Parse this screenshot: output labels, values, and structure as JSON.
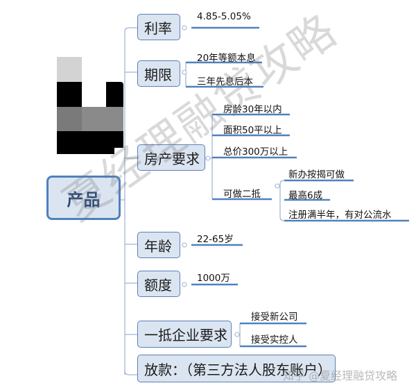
{
  "root": {
    "label": "产品"
  },
  "branches": [
    {
      "label": "利率",
      "children": [
        "4.85-5.05%"
      ]
    },
    {
      "label": "期限",
      "children": [
        "20年等额本息",
        "三年先息后本"
      ]
    },
    {
      "label": "房产要求",
      "children": [
        "房龄30年以内",
        "面积50平以上",
        "总价300万以上",
        "可做二抵"
      ],
      "sub": {
        "parent": "可做二抵",
        "children": [
          "新办按揭可做",
          "最高6成",
          "注册满半年，有对公流水"
        ]
      }
    },
    {
      "label": "年龄",
      "children": [
        "22-65岁"
      ]
    },
    {
      "label": "额度",
      "children": [
        "1000万"
      ]
    },
    {
      "label": "一抵企业要求",
      "children": [
        "接受新公司",
        "接受实控人"
      ]
    },
    {
      "label": "放款：（第三方法人股东账户）",
      "children": []
    }
  ],
  "watermark": "夏经理融贷攻略",
  "credit": "知乎 @夏经理融贷攻略",
  "colors": {
    "node_fill": "#dbe5f1",
    "node_border": "#5b7fb5",
    "line": "#4f81bd",
    "root_text": "#2b4a7a"
  }
}
